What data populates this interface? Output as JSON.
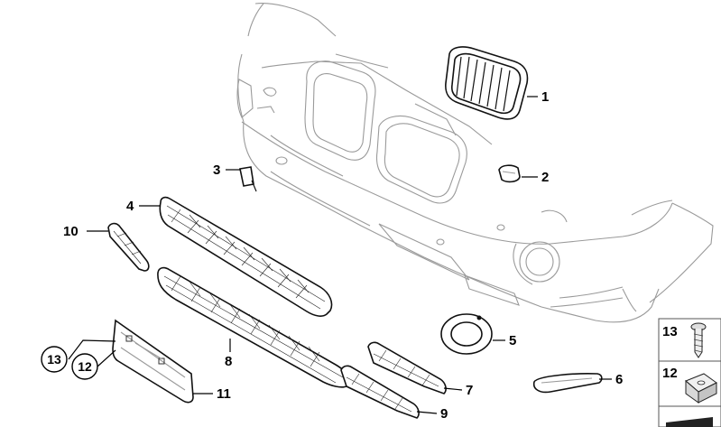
{
  "diagram": {
    "callouts": [
      {
        "id": "1",
        "text": "1"
      },
      {
        "id": "2",
        "text": "2"
      },
      {
        "id": "3",
        "text": "3"
      },
      {
        "id": "4",
        "text": "4"
      },
      {
        "id": "5",
        "text": "5"
      },
      {
        "id": "6",
        "text": "6"
      },
      {
        "id": "7",
        "text": "7"
      },
      {
        "id": "8",
        "text": "8"
      },
      {
        "id": "9",
        "text": "9"
      },
      {
        "id": "10",
        "text": "10"
      },
      {
        "id": "11",
        "text": "11"
      }
    ],
    "circled_refs": [
      {
        "id": "13",
        "text": "13"
      },
      {
        "id": "12",
        "text": "12"
      }
    ],
    "hardware_panel": [
      {
        "id": "13",
        "text": "13",
        "icon": "screw-icon"
      },
      {
        "id": "12",
        "text": "12",
        "icon": "nut-clip-icon"
      }
    ]
  }
}
